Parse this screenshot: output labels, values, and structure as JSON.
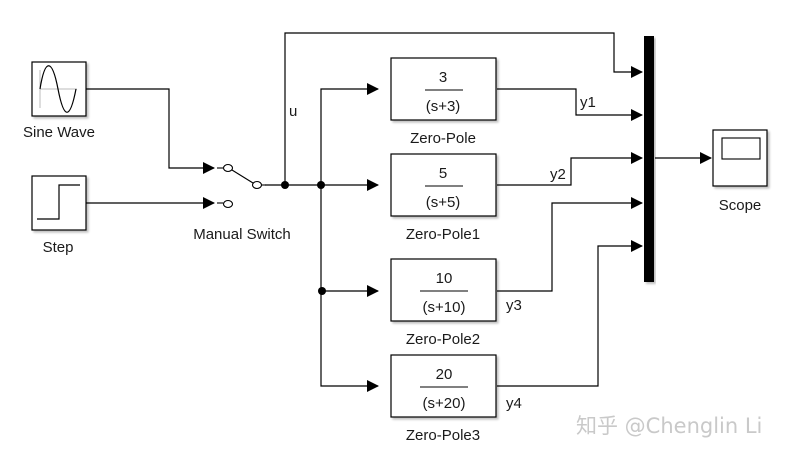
{
  "diagram": {
    "type": "simulink-block-diagram",
    "blocks": {
      "sine_wave": {
        "label": "Sine Wave",
        "icon": "sine-wave-icon"
      },
      "step": {
        "label": "Step",
        "icon": "step-icon"
      },
      "manual_switch": {
        "label": "Manual Switch",
        "icon": "switch-icon"
      },
      "zero_pole": {
        "label": "Zero-Pole",
        "numerator": "3",
        "denominator": "(s+3)"
      },
      "zero_pole1": {
        "label": "Zero-Pole1",
        "numerator": "5",
        "denominator": "(s+5)"
      },
      "zero_pole2": {
        "label": "Zero-Pole2",
        "numerator": "10",
        "denominator": "(s+10)"
      },
      "zero_pole3": {
        "label": "Zero-Pole3",
        "numerator": "20",
        "denominator": "(s+20)"
      },
      "mux": {
        "label": "",
        "inputs": 5
      },
      "scope": {
        "label": "Scope",
        "icon": "scope-icon"
      }
    },
    "signals": {
      "u": "u",
      "y1": "y1",
      "y2": "y2",
      "y3": "y3",
      "y4": "y4"
    },
    "watermark": "知乎 @Chenglin Li"
  }
}
